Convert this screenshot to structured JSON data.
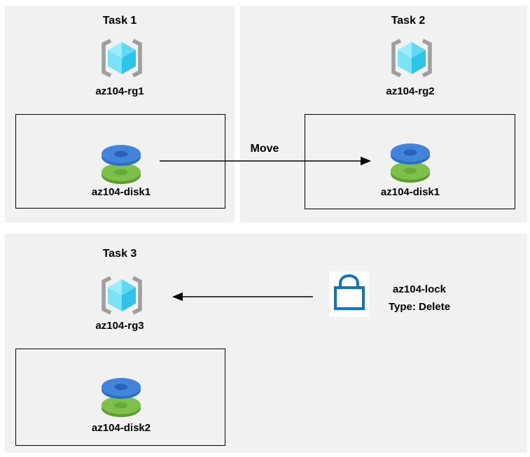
{
  "tasks": [
    {
      "title": "Task 1",
      "resource_group": "az104-rg1",
      "disk": "az104-disk1"
    },
    {
      "title": "Task 2",
      "resource_group": "az104-rg2",
      "disk": "az104-disk1"
    },
    {
      "title": "Task 3",
      "resource_group": "az104-rg3",
      "disk": "az104-disk2"
    }
  ],
  "arrows": {
    "move_label": "Move"
  },
  "lock": {
    "name": "az104-lock",
    "type": "Type: Delete"
  },
  "icons": {
    "resource_group": "azure-resource-group-icon",
    "disk": "azure-disk-icon",
    "lock": "lock-icon"
  },
  "colors": {
    "panel_bg": "#f1f1f2",
    "cube_light": "#9cebff",
    "cube_mid": "#5cdaf3",
    "cube_front": "#7ce3f6",
    "cube_dark": "#2ec3e8",
    "bracket_gray": "#9e9e9e",
    "disk_blue_top": "#4384db",
    "disk_blue_rim": "#2d6fc8",
    "disk_blue_hole": "#2a63b6",
    "disk_green_top": "#7dc04a",
    "disk_green_rim": "#5e9c30",
    "disk_green_hole": "#6ba83b",
    "lock_blue": "#1173c4",
    "arrow_black": "#000000"
  }
}
